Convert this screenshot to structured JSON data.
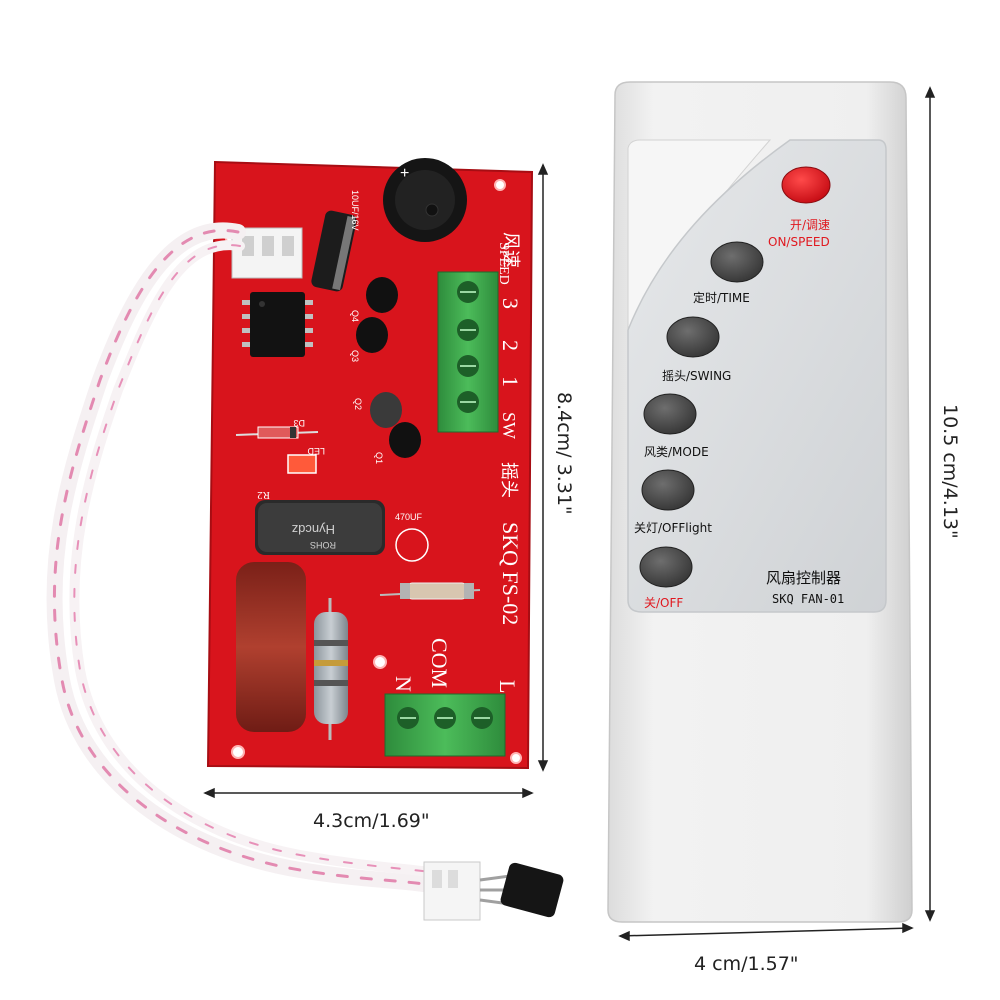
{
  "board": {
    "model": "SKQ FS-02",
    "swing_label": "摇头",
    "sw_label": "SW",
    "speed_zh": "风速",
    "speed_en": "SPEED",
    "speed_numbers": [
      "1",
      "2",
      "3"
    ],
    "com_label": "COM",
    "n_label": "N",
    "l_label": "L",
    "led_label": "LED",
    "r2_label": "R2",
    "cap_brand": "Hyncdz",
    "cap_rohs": "ROHS",
    "cap_value": "470UF",
    "small_cap_value": "10UF/16V",
    "transistors": [
      "Q4",
      "Q3",
      "Q2",
      "Q1"
    ],
    "d3_label": "D3",
    "buzzer_mark": "+",
    "colors": {
      "pcb": "#d8141c",
      "terminal": "#3aa34a",
      "capacitor": "#9b2a22"
    }
  },
  "remote": {
    "brand_zh": "风扇控制器",
    "model": "SKQ FAN-01",
    "buttons": [
      {
        "zh": "开/调速",
        "en": "ON/SPEED",
        "color": "#e0181f"
      },
      {
        "zh": "定时",
        "en": "/TIME",
        "color": "#4a4a4a"
      },
      {
        "zh": "摇头",
        "en": "/SWING",
        "color": "#4a4a4a"
      },
      {
        "zh": "风类",
        "en": "/MODE",
        "color": "#4a4a4a"
      },
      {
        "zh": "关灯",
        "en": "/OFFlight",
        "color": "#4a4a4a"
      },
      {
        "zh": "关",
        "en": "/OFF",
        "color": "#4a4a4a"
      }
    ]
  },
  "dimensions": {
    "board_width": "4.3cm/1.69\"",
    "board_height": "8.4cm/ 3.31\"",
    "remote_width": "4 cm/1.57\"",
    "remote_height": "10.5 cm/4.13\""
  }
}
